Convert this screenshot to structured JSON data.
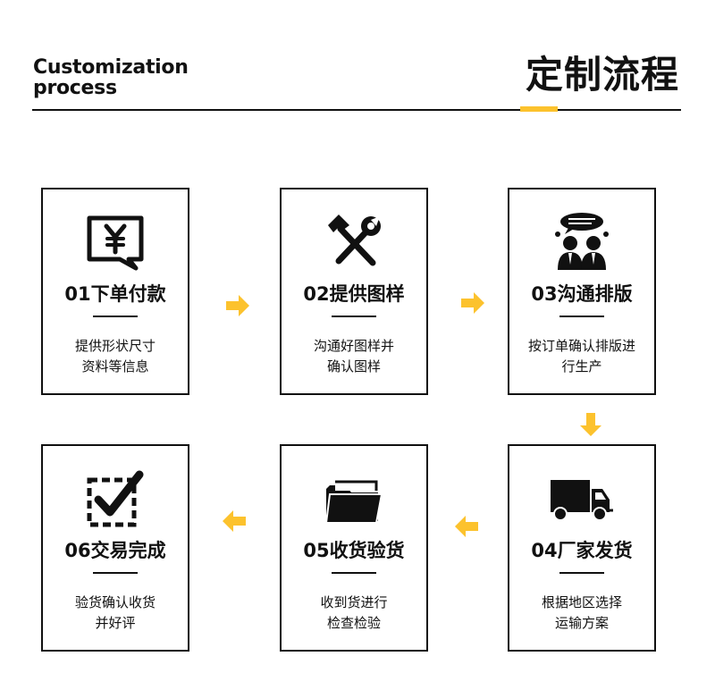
{
  "header": {
    "title_en": "Customization\nprocess",
    "title_cn": "定制流程"
  },
  "colors": {
    "accent": "#fcc22d",
    "ink": "#111111",
    "background": "#ffffff"
  },
  "steps": [
    {
      "title": "01下单付款",
      "description": "提供形状尺寸\n资料等信息",
      "icon": "yuan-speech-bubble-icon"
    },
    {
      "title": "02提供图样",
      "description": "沟通好图样并\n确认图样",
      "icon": "hammer-wrench-icon"
    },
    {
      "title": "03沟通排版",
      "description": "按订单确认排版进\n行生产",
      "icon": "discussion-people-icon"
    },
    {
      "title": "04厂家发货",
      "description": "根据地区选择\n运输方案",
      "icon": "delivery-truck-icon"
    },
    {
      "title": "05收货验货",
      "description": "收到货进行\n检查检验",
      "icon": "open-folder-icon"
    },
    {
      "title": "06交易完成",
      "description": "验货确认收货\n并好评",
      "icon": "checkbox-checked-icon"
    }
  ],
  "arrows": [
    {
      "from": "01",
      "to": "02",
      "direction": "right"
    },
    {
      "from": "02",
      "to": "03",
      "direction": "right"
    },
    {
      "from": "03",
      "to": "04",
      "direction": "down"
    },
    {
      "from": "04",
      "to": "05",
      "direction": "left"
    },
    {
      "from": "05",
      "to": "06",
      "direction": "left"
    }
  ]
}
